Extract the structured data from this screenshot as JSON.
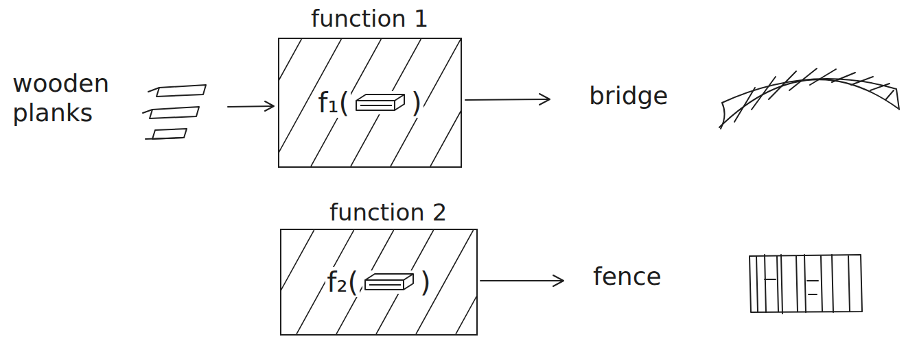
{
  "diagram": {
    "nodes": [
      {
        "text": [
          "function 1",
          "f₁(",
          ")"
        ]
      },
      {
        "text": [
          "function 2",
          "f₂(",
          ")"
        ]
      }
    ],
    "labels": [
      "wooden planks",
      "bridge",
      "fence"
    ]
  }
}
